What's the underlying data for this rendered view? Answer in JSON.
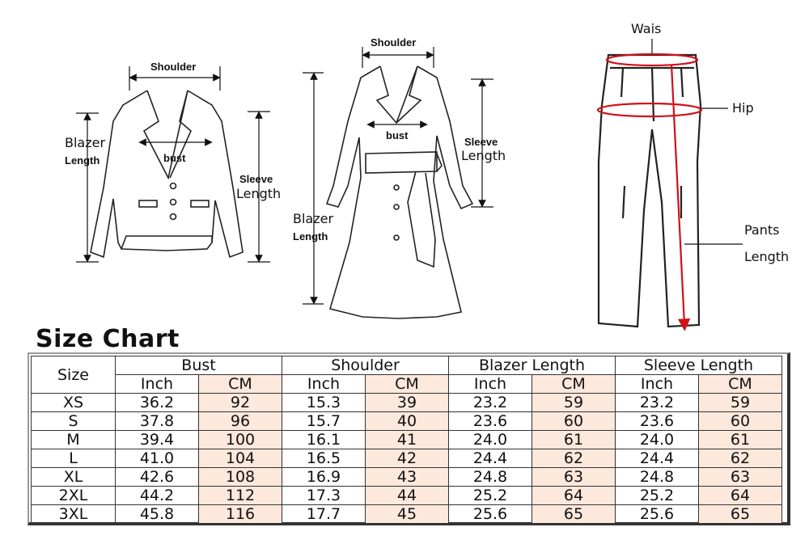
{
  "labels": {
    "blazer_shoulder": "Shoulder",
    "blazer_length_1": "Blazer",
    "blazer_length_2": "Length",
    "blazer_bust": "bust",
    "blazer_sleeve_1": "Sleeve",
    "blazer_sleeve_2": "Length",
    "coat_shoulder": "Shoulder",
    "coat_bust": "bust",
    "coat_sleeve_1": "Sleeve",
    "coat_sleeve_2": "Length",
    "coat_length_1": "Blazer",
    "coat_length_2": "Length",
    "pants_waist": "Wais",
    "pants_hip": "Hip",
    "pants_length_1": "Pants",
    "pants_length_2": "Length"
  },
  "size_chart": {
    "title": "Size Chart",
    "size_header": "Size",
    "groups": [
      "Bust",
      "Shoulder",
      "Blazer Length",
      "Sleeve Length"
    ],
    "units": [
      "Inch",
      "CM",
      "Inch",
      "CM",
      "Inch",
      "CM",
      "Inch",
      "CM"
    ],
    "rows": [
      [
        "XS",
        "36.2",
        "92",
        "15.3",
        "39",
        "23.2",
        "59",
        "23.2",
        "59"
      ],
      [
        "S",
        "37.8",
        "96",
        "15.7",
        "40",
        "23.6",
        "60",
        "23.6",
        "60"
      ],
      [
        "M",
        "39.4",
        "100",
        "16.1",
        "41",
        "24.0",
        "61",
        "24.0",
        "61"
      ],
      [
        "L",
        "41.0",
        "104",
        "16.5",
        "42",
        "24.4",
        "62",
        "24.4",
        "62"
      ],
      [
        "XL",
        "42.6",
        "108",
        "16.9",
        "43",
        "24.8",
        "63",
        "24.8",
        "63"
      ],
      [
        "2XL",
        "44.2",
        "112",
        "17.3",
        "44",
        "25.2",
        "64",
        "25.2",
        "64"
      ],
      [
        "3XL",
        "45.8",
        "116",
        "17.7",
        "45",
        "25.6",
        "65",
        "25.6",
        "65"
      ]
    ]
  },
  "colors": {
    "cm_fill": "#fde8dc",
    "measure_red": "#d0101a"
  }
}
